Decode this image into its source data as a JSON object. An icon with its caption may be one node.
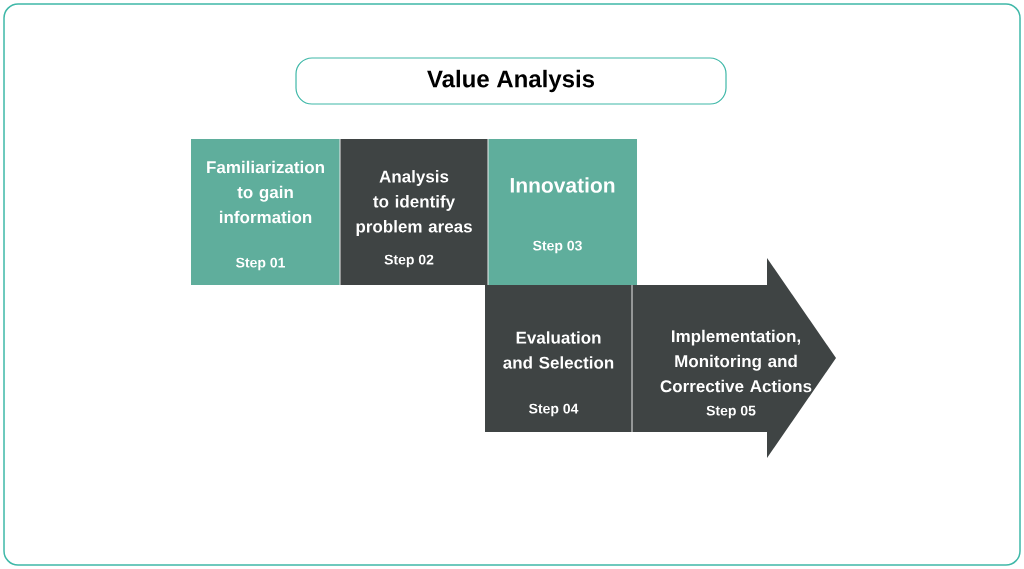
{
  "diagram": {
    "title": "Value Analysis",
    "nodes": [
      {
        "text": [
          "Familiarization to gain information",
          "Step 01"
        ]
      },
      {
        "text": [
          "Analysis to identify problem areas",
          "Step 02"
        ]
      },
      {
        "text": [
          "Innovation",
          "Step 03"
        ]
      },
      {
        "text": [
          "Evaluation and Selection",
          "Step 04"
        ]
      },
      {
        "text": [
          "Implementation, Monitoring and Corrective Actions",
          "Step 05"
        ]
      }
    ]
  }
}
